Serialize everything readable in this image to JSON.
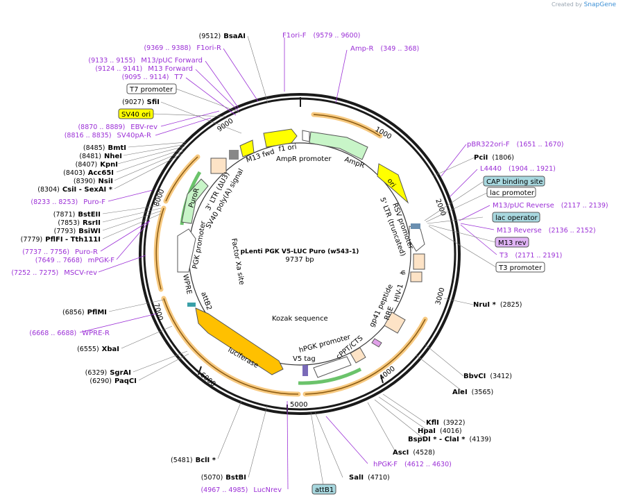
{
  "brand": {
    "prefix": "Created by",
    "name": "SnapGene"
  },
  "plasmid": {
    "name": "pLenti PGK V5-LUC Puro (w543-1)",
    "size": "9737 bp"
  },
  "colors": {
    "primer": "#9b2fd6",
    "enzyme": "#000000",
    "orange_band": "#f7c980",
    "promoter": "#ffffff",
    "yellow": "#ffff00",
    "green": "#c8f5c8",
    "tan": "#fde3c6",
    "luciferase": "#ffc000",
    "cap": "#a8d8df",
    "mrev": "#e0b4f5"
  },
  "ticks": [
    {
      "label": "1000"
    },
    {
      "label": "2000"
    },
    {
      "label": "3000"
    },
    {
      "label": "4000"
    },
    {
      "label": "5000"
    },
    {
      "label": "6000"
    },
    {
      "label": "7000"
    },
    {
      "label": "8000"
    },
    {
      "label": "9000"
    }
  ],
  "enzymes_left": [
    {
      "pos": "(9512)",
      "name": "BsaAI"
    },
    {
      "pos": "(9027)",
      "name": "SfiI"
    },
    {
      "pos": "(8485)",
      "name": "BmtI"
    },
    {
      "pos": "(8481)",
      "name": "NheI"
    },
    {
      "pos": "(8407)",
      "name": "KpnI"
    },
    {
      "pos": "(8403)",
      "name": "Acc65I"
    },
    {
      "pos": "(8390)",
      "name": "NsiI"
    },
    {
      "pos": "(8304)",
      "name": "CsiI  - SexAI *"
    },
    {
      "pos": "(7871)",
      "name": "BstEII"
    },
    {
      "pos": "(7853)",
      "name": "RsrII"
    },
    {
      "pos": "(7793)",
      "name": "BsiWI"
    },
    {
      "pos": "(7779)",
      "name": "PflFI  - Tth111I"
    },
    {
      "pos": "(6856)",
      "name": "PflMI"
    },
    {
      "pos": "(6555)",
      "name": "XbaI"
    },
    {
      "pos": "(6329)",
      "name": "SgrAI"
    },
    {
      "pos": "(6290)",
      "name": "PaqCI"
    },
    {
      "pos": "(5481)",
      "name": "BclI *"
    },
    {
      "pos": "(5070)",
      "name": "BstBI"
    }
  ],
  "enzymes_right": [
    {
      "name": "PciI",
      "pos": "(1806)"
    },
    {
      "name": "NruI *",
      "pos": "(2825)"
    },
    {
      "name": "BbvCI",
      "pos": "(3412)"
    },
    {
      "name": "AleI",
      "pos": "(3565)"
    },
    {
      "name": "KflI",
      "pos": "(3922)"
    },
    {
      "name": "HpaI",
      "pos": "(4016)"
    },
    {
      "name": "BspDI * - ClaI *",
      "pos": "(4139)"
    },
    {
      "name": "AscI",
      "pos": "(4528)"
    },
    {
      "name": "SalI",
      "pos": "(4710)"
    }
  ],
  "primers": [
    {
      "name": "F1ori-F",
      "pos": "(9579 .. 9600)"
    },
    {
      "name": "Amp-R",
      "pos": "(349 .. 368)"
    },
    {
      "name": "F1ori-R",
      "pos": "(9369 .. 9388)"
    },
    {
      "name": "M13/pUC Forward",
      "pos": "(9133 .. 9155)"
    },
    {
      "name": "M13 Forward",
      "pos": "(9124 .. 9141)"
    },
    {
      "name": "T7",
      "pos": "(9095 .. 9114)"
    },
    {
      "name": "EBV-rev",
      "pos": "(8870 .. 8889)"
    },
    {
      "name": "SV40pA-R",
      "pos": "(8816 .. 8835)"
    },
    {
      "name": "Puro-F",
      "pos": "(8233 .. 8253)"
    },
    {
      "name": "Puro-R",
      "pos": "(7737 .. 7756)"
    },
    {
      "name": "mPGK-F",
      "pos": "(7649 .. 7668)"
    },
    {
      "name": "MSCV-rev",
      "pos": "(7252 .. 7275)"
    },
    {
      "name": "WPRE-R",
      "pos": "(6668 .. 6688)"
    },
    {
      "name": "LucNrev",
      "pos": "(4967 .. 4985)"
    },
    {
      "name": "hPGK-F",
      "pos": "(4612 .. 4630)"
    },
    {
      "name": "pBR322ori-F",
      "pos": "(1651 .. 1670)"
    },
    {
      "name": "L4440",
      "pos": "(1904 .. 1921)"
    },
    {
      "name": "M13/pUC Reverse",
      "pos": "(2117 .. 2139)"
    },
    {
      "name": "M13 Reverse",
      "pos": "(2136 .. 2152)"
    },
    {
      "name": "T3",
      "pos": "(2171 .. 2191)"
    }
  ],
  "boxed": {
    "t7_promoter": "T7 promoter",
    "sv40_ori": "SV40 ori",
    "cap_site": "CAP binding site",
    "lac_promoter": "lac promoter",
    "lac_operator": "lac operator",
    "m13_rev": "M13 rev",
    "t3_promoter": "T3 promoter",
    "attb1": "attB1"
  },
  "features": {
    "m13_fwd": "M13 fwd",
    "f1_ori": "f1 ori",
    "ampr_promoter": "AmpR promoter",
    "ampr": "AmpR",
    "ori": "ori",
    "rsv_promoter": "RSV promoter",
    "ltr_trunc": "5' LTR (truncated)",
    "psi": "ψ",
    "hiv": "HIV-1",
    "rre": "RRE",
    "gp41": "gp41 peptide",
    "cppt": "cPPT/CTS",
    "hpgk": "hPGK promoter",
    "v5": "V5 tag",
    "kozak": "Kozak sequence",
    "luciferase": "luciferase",
    "attb2": "attB2",
    "wpre": "WPRE",
    "pgk": "PGK promoter",
    "factor_xa": "Factor Xa site",
    "puror": "PuroR",
    "ltr3": "3' LTR (ΔU3)",
    "sv40pa": "SV40 poly(A) signal"
  }
}
